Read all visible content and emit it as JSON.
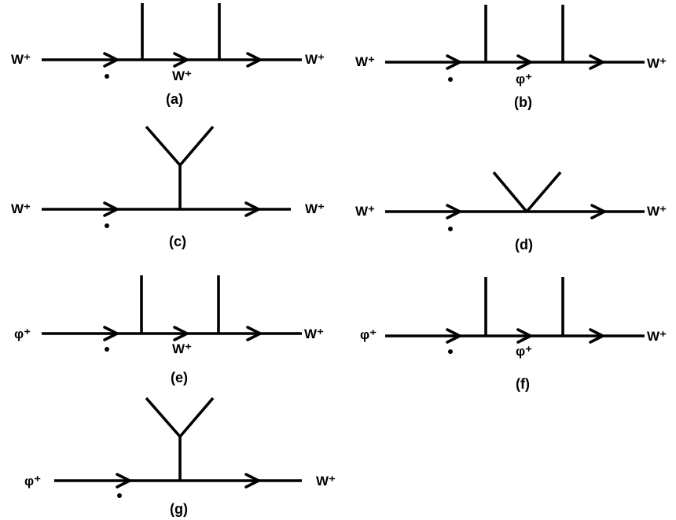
{
  "diagrams": {
    "a": {
      "caption": "(a)",
      "in_label": "W⁺",
      "out_label": "W⁺",
      "mid_label": "W⁺"
    },
    "b": {
      "caption": "(b)",
      "in_label": "W⁺",
      "out_label": "W⁺",
      "mid_label": "φ⁺"
    },
    "c": {
      "caption": "(c)",
      "in_label": "W⁺",
      "out_label": "W⁺"
    },
    "d": {
      "caption": "(d)",
      "in_label": "W⁺",
      "out_label": "W⁺"
    },
    "e": {
      "caption": "(e)",
      "in_label": "φ⁺",
      "out_label": "W⁺",
      "mid_label": "W⁺"
    },
    "f": {
      "caption": "(f)",
      "in_label": "φ⁺",
      "out_label": "W⁺",
      "mid_label": "φ⁺"
    },
    "g": {
      "caption": "(g)",
      "in_label": "φ⁺",
      "out_label": "W⁺"
    }
  }
}
